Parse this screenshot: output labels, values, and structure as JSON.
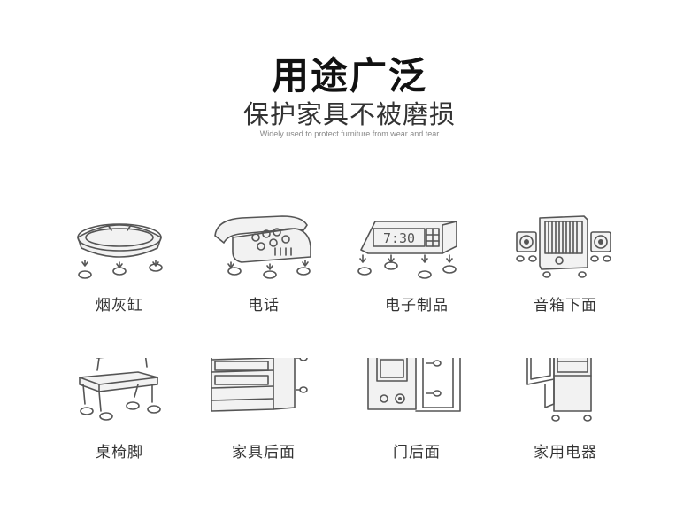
{
  "header": {
    "title": "用途广泛",
    "subtitle": "保护家具不被磨损",
    "caption": "Widely used to protect furniture from wear and tear"
  },
  "items": [
    {
      "label": "烟灰缸",
      "icon": "ashtray-icon"
    },
    {
      "label": "电话",
      "icon": "telephone-icon"
    },
    {
      "label": "电子制品",
      "icon": "electronic-clock-icon"
    },
    {
      "label": "音箱下面",
      "icon": "speaker-icon"
    },
    {
      "label": "桌椅脚",
      "icon": "stool-icon"
    },
    {
      "label": "家具后面",
      "icon": "cabinet-icon"
    },
    {
      "label": "门后面",
      "icon": "door-icon"
    },
    {
      "label": "家用电器",
      "icon": "appliance-icon"
    }
  ],
  "clock_display": "7:30"
}
